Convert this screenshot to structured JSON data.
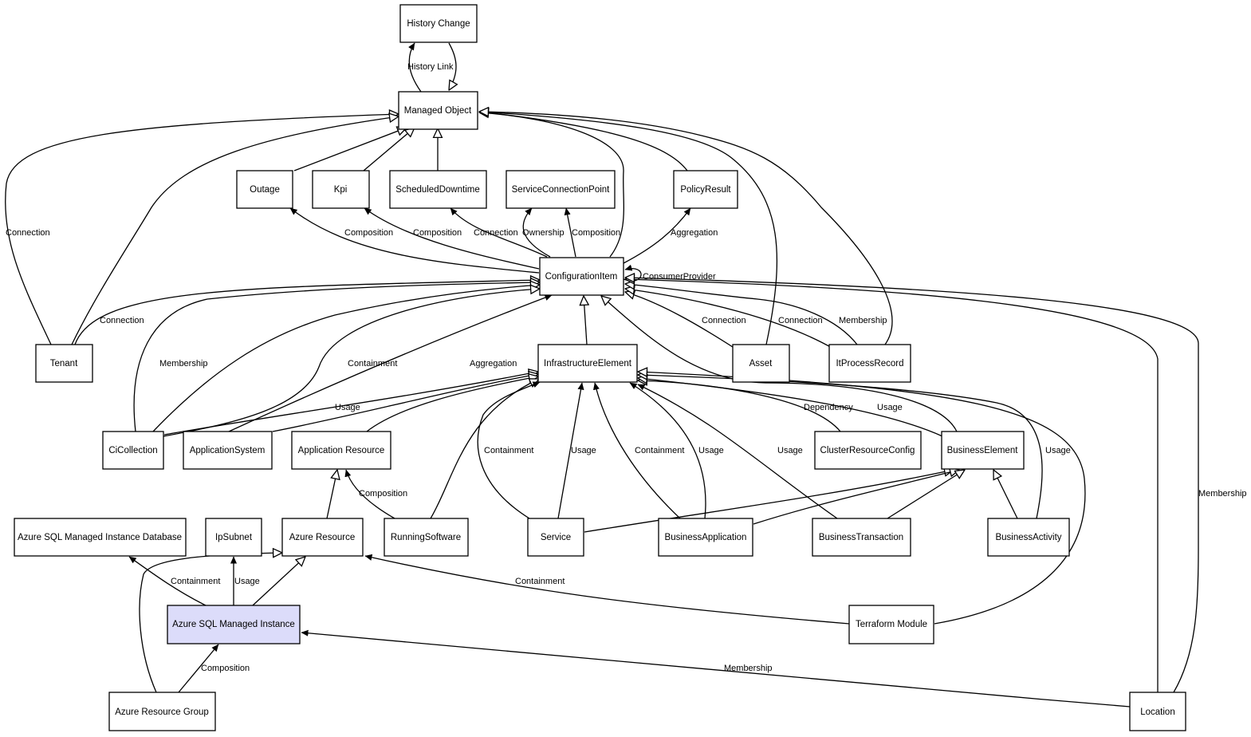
{
  "diagram": {
    "nodes": {
      "history_change": "History Change",
      "managed_object": "Managed Object",
      "outage": "Outage",
      "kpi": "Kpi",
      "scheduled_downtime": "ScheduledDowntime",
      "service_connection_point": "ServiceConnectionPoint",
      "policy_result": "PolicyResult",
      "configuration_item": "ConfigurationItem",
      "tenant": "Tenant",
      "infrastructure_element": "InfrastructureElement",
      "asset": "Asset",
      "it_process_record": "ItProcessRecord",
      "ci_collection": "CiCollection",
      "application_system": "ApplicationSystem",
      "application_resource": "Application Resource",
      "cluster_resource_config": "ClusterResourceConfig",
      "business_element": "BusinessElement",
      "azure_sql_mi_database": "Azure SQL Managed Instance Database",
      "ip_subnet": "IpSubnet",
      "azure_resource": "Azure Resource",
      "running_software": "RunningSoftware",
      "service": "Service",
      "business_application": "BusinessApplication",
      "business_transaction": "BusinessTransaction",
      "business_activity": "BusinessActivity",
      "azure_sql_managed_instance": "Azure SQL Managed Instance",
      "terraform_module": "Terraform Module",
      "azure_resource_group": "Azure Resource Group",
      "location": "Location"
    },
    "edge_labels": {
      "history_link": "History Link",
      "tenant_mo_connection": "Connection",
      "ci_outage_composition": "Composition",
      "ci_kpi_composition": "Composition",
      "ci_sd_connection": "Connection",
      "ci_scp_ownership": "Ownership",
      "ci_scp_composition": "Composition",
      "ci_policy_aggregation": "Aggregation",
      "ci_consumer_provider": "ConsumerProvider",
      "tenant_ci_connection": "Connection",
      "cicollection_membership": "Membership",
      "cicollection_containment": "Containment",
      "appsystem_aggregation": "Aggregation",
      "asset_connection": "Connection",
      "itprocess_connection": "Connection",
      "itprocess_membership": "Membership",
      "cicollection_usage": "Usage",
      "cluster_dependency": "Dependency",
      "business_element_usage": "Usage",
      "service_containment": "Containment",
      "service_usage": "Usage",
      "business_app_containment": "Containment",
      "business_app_usage": "Usage",
      "business_transaction_usage": "Usage",
      "business_activity_usage": "Usage",
      "running_software_composition": "Composition",
      "location_membership": "Membership",
      "mi_database_containment": "Containment",
      "mi_ipsubnet_usage": "Usage",
      "terraform_containment": "Containment",
      "resource_group_composition": "Composition",
      "location_mi_membership": "Membership"
    }
  }
}
